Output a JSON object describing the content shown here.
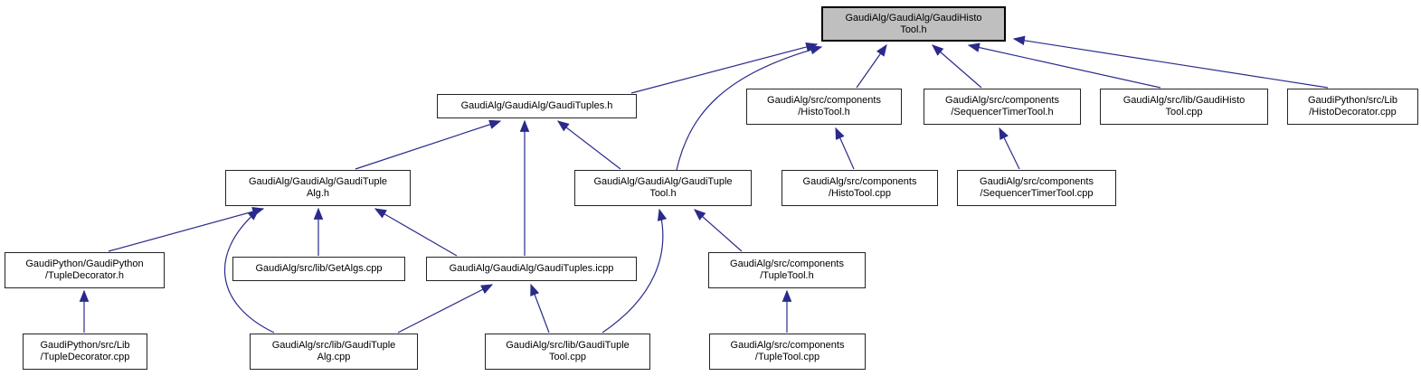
{
  "diagram": {
    "kind": "include-dependency-graph",
    "edge_color": "#2a2a8c",
    "root_fill": "#bfbfbf",
    "node_fill": "#ffffff",
    "border_color": "#242424"
  },
  "nodes": [
    {
      "id": "GaudiHistoTool_h",
      "label": "GaudiAlg/GaudiAlg/GaudiHisto\nTool.h",
      "role": "root"
    },
    {
      "id": "GaudiTuples_h",
      "label": "GaudiAlg/GaudiAlg/GaudiTuples.h"
    },
    {
      "id": "HistoTool_h",
      "label": "GaudiAlg/src/components\n/HistoTool.h"
    },
    {
      "id": "SequencerTimerTool_h",
      "label": "GaudiAlg/src/components\n/SequencerTimerTool.h"
    },
    {
      "id": "GaudiHistoTool_cpp",
      "label": "GaudiAlg/src/lib/GaudiHisto\nTool.cpp"
    },
    {
      "id": "HistoDecorator_cpp",
      "label": "GaudiPython/src/Lib\n/HistoDecorator.cpp"
    },
    {
      "id": "GaudiTupleAlg_h",
      "label": "GaudiAlg/GaudiAlg/GaudiTuple\nAlg.h"
    },
    {
      "id": "GaudiTupleTool_h",
      "label": "GaudiAlg/GaudiAlg/GaudiTuple\nTool.h"
    },
    {
      "id": "HistoTool_cpp",
      "label": "GaudiAlg/src/components\n/HistoTool.cpp"
    },
    {
      "id": "SequencerTimerTool_cpp",
      "label": "GaudiAlg/src/components\n/SequencerTimerTool.cpp"
    },
    {
      "id": "TupleDecorator_h",
      "label": "GaudiPython/GaudiPython\n/TupleDecorator.h"
    },
    {
      "id": "GetAlgs_cpp",
      "label": "GaudiAlg/src/lib/GetAlgs.cpp"
    },
    {
      "id": "GaudiTuples_icpp",
      "label": "GaudiAlg/GaudiAlg/GaudiTuples.icpp"
    },
    {
      "id": "TupleTool_h",
      "label": "GaudiAlg/src/components\n/TupleTool.h"
    },
    {
      "id": "TupleDecorator_cpp",
      "label": "GaudiPython/src/Lib\n/TupleDecorator.cpp"
    },
    {
      "id": "GaudiTupleAlg_cpp",
      "label": "GaudiAlg/src/lib/GaudiTuple\nAlg.cpp"
    },
    {
      "id": "GaudiTupleTool_cpp",
      "label": "GaudiAlg/src/lib/GaudiTuple\nTool.cpp"
    },
    {
      "id": "TupleTool_cpp",
      "label": "GaudiAlg/src/components\n/TupleTool.cpp"
    }
  ],
  "edges": [
    {
      "from": "GaudiTuples_h",
      "to": "GaudiHistoTool_h"
    },
    {
      "from": "GaudiTupleTool_h",
      "to": "GaudiHistoTool_h"
    },
    {
      "from": "HistoTool_h",
      "to": "GaudiHistoTool_h"
    },
    {
      "from": "SequencerTimerTool_h",
      "to": "GaudiHistoTool_h"
    },
    {
      "from": "GaudiHistoTool_cpp",
      "to": "GaudiHistoTool_h"
    },
    {
      "from": "HistoDecorator_cpp",
      "to": "GaudiHistoTool_h"
    },
    {
      "from": "GaudiTupleAlg_h",
      "to": "GaudiTuples_h"
    },
    {
      "from": "GaudiTuples_icpp",
      "to": "GaudiTuples_h"
    },
    {
      "from": "GaudiTupleTool_h",
      "to": "GaudiTuples_h"
    },
    {
      "from": "TupleDecorator_h",
      "to": "GaudiTupleAlg_h"
    },
    {
      "from": "GetAlgs_cpp",
      "to": "GaudiTupleAlg_h"
    },
    {
      "from": "GaudiTupleAlg_cpp",
      "to": "GaudiTupleAlg_h"
    },
    {
      "from": "GaudiTuples_icpp",
      "to": "GaudiTupleAlg_h"
    },
    {
      "from": "GaudiTupleAlg_cpp",
      "to": "GaudiTuples_icpp"
    },
    {
      "from": "GaudiTupleTool_cpp",
      "to": "GaudiTuples_icpp"
    },
    {
      "from": "GaudiTupleTool_cpp",
      "to": "GaudiTupleTool_h"
    },
    {
      "from": "TupleTool_h",
      "to": "GaudiTupleTool_h"
    },
    {
      "from": "TupleTool_cpp",
      "to": "TupleTool_h"
    },
    {
      "from": "HistoTool_cpp",
      "to": "HistoTool_h"
    },
    {
      "from": "SequencerTimerTool_cpp",
      "to": "SequencerTimerTool_h"
    },
    {
      "from": "TupleDecorator_cpp",
      "to": "TupleDecorator_h"
    }
  ]
}
